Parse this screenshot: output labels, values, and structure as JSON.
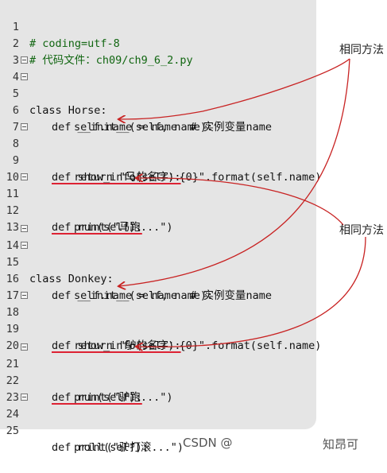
{
  "code_lines": [
    {
      "n": "1",
      "text": "# coding=utf-8"
    },
    {
      "n": "2",
      "text": "# 代码文件：ch09/ch9_6_2.py"
    },
    {
      "n": "3",
      "text": ""
    },
    {
      "n": "4",
      "text": "class Horse:"
    },
    {
      "n": "5",
      "text": "def __init__(self, name):"
    },
    {
      "n": "6",
      "text": "self.name = name  # 实例变量name"
    },
    {
      "n": "7",
      "text": ""
    },
    {
      "n": "8",
      "text": "def show_info(self):"
    },
    {
      "n": "9",
      "text": "return \"马的名字：{0}\".format(self.name)"
    },
    {
      "n": "10",
      "text": ""
    },
    {
      "n": "11",
      "text": "def run(self):"
    },
    {
      "n": "12",
      "text": "print(\"马跑...\")"
    },
    {
      "n": "13",
      "text": ""
    },
    {
      "n": "14",
      "text": "class Donkey:"
    },
    {
      "n": "15",
      "text": "def __init__(self, name):"
    },
    {
      "n": "16",
      "text": "self.name = name  # 实例变量name"
    },
    {
      "n": "17",
      "text": ""
    },
    {
      "n": "18",
      "text": "def show_info(self):"
    },
    {
      "n": "19",
      "text": "return \"驴的名字：{0}\".format(self.name)"
    },
    {
      "n": "20",
      "text": ""
    },
    {
      "n": "21",
      "text": "def run(self):"
    },
    {
      "n": "22",
      "text": "print(\"驴跑...\")"
    },
    {
      "n": "23",
      "text": ""
    },
    {
      "n": "24",
      "text": "def roll(self):"
    },
    {
      "n": "25",
      "text": "print(\"驴打滚...\")"
    }
  ],
  "annotations": {
    "label_top": "相同方法",
    "label_bottom": "相同方法"
  },
  "footer": {
    "left": "CSDN @",
    "right": "知昂可"
  },
  "colors": {
    "arrow": "#c82222",
    "keyword": "#1b3b9b",
    "string": "#c013c0",
    "comment": "#116611"
  }
}
